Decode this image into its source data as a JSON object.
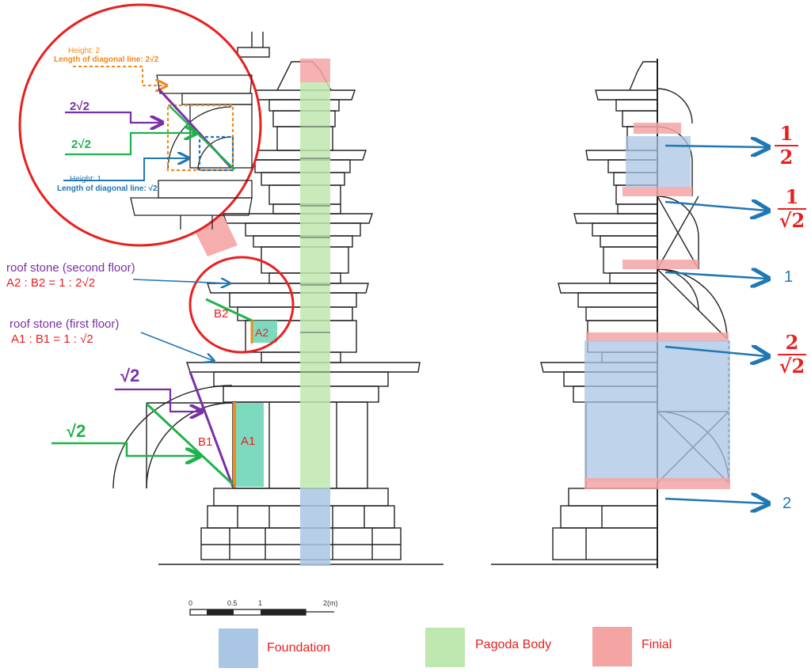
{
  "inset": {
    "height2_label": "Height: 2",
    "diag2_label": "Length of diagonal line:  2√2",
    "purple_value": "2√2",
    "green_value": "2√2",
    "height1_label": "Height: 1",
    "diag1_label": "Length of diagonal line:  √2"
  },
  "annotations": {
    "roof_second_title": "roof stone (second floor)",
    "roof_second_ratio": "A2 : B2 = 1 : 2√2",
    "roof_first_title": "roof stone (first floor)",
    "roof_first_ratio": "A1 : B1 = 1 : √2",
    "b2": "B2",
    "a2": "A2",
    "b1": "B1",
    "a1": "A1",
    "purple_sqrt2": "√2",
    "green_sqrt2": "√2"
  },
  "right_labels": {
    "half_num": "1",
    "half_den": "2",
    "inv_sqrt2_num": "1",
    "inv_sqrt2_den": "√2",
    "one": "1",
    "two_sqrt2_num": "2",
    "two_sqrt2_den": "√2",
    "two": "2"
  },
  "scale_bar": {
    "t0": "0",
    "t1": "0.5",
    "t2": "1",
    "t3": "2(m)"
  },
  "legend": [
    {
      "label": "Foundation",
      "color": "#a9c6e4"
    },
    {
      "label": "Pagoda Body",
      "color": "#bfe8b0"
    },
    {
      "label": "Finial",
      "color": "#f5a4a4"
    }
  ],
  "colors": {
    "foundation": "#a9c6e4",
    "body": "#bfe8b0",
    "finial": "#f5a4a4",
    "red": "#e8201f",
    "purple": "#7b2fa5",
    "green": "#1db34a",
    "blue": "#1f77b4",
    "orange": "#f08a1c",
    "teal": "#6fd6b8"
  }
}
